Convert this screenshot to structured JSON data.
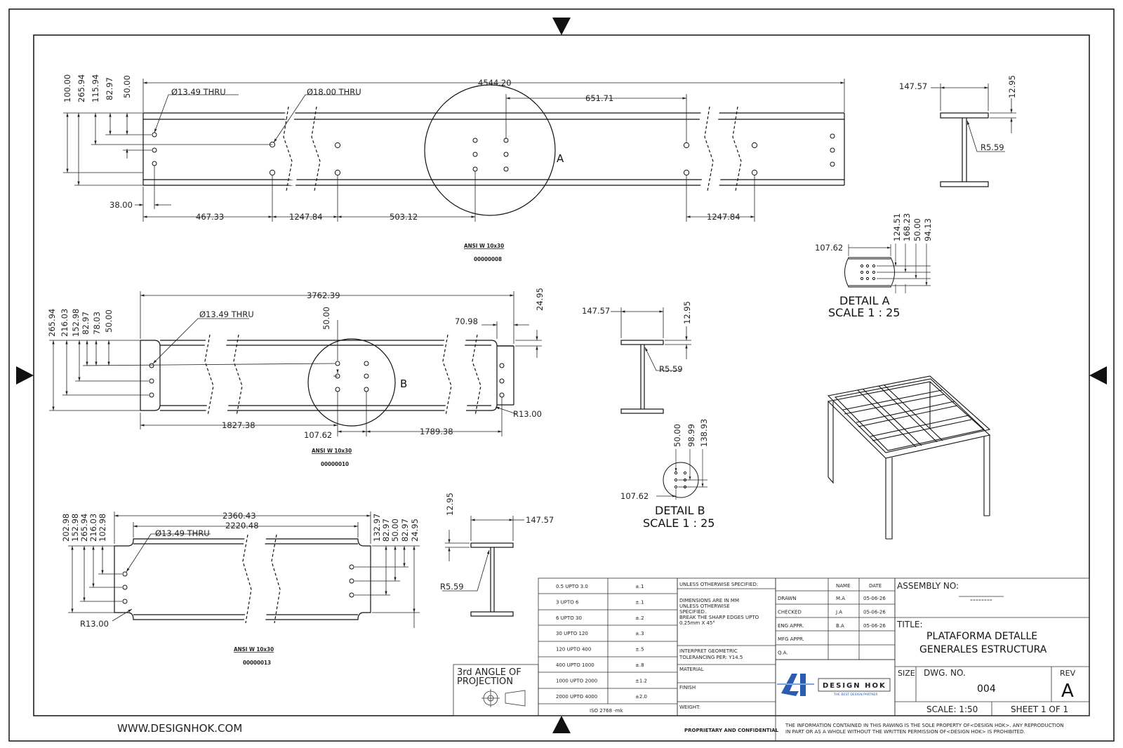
{
  "colors": {
    "line": "#111111",
    "dim": "#222222",
    "brand": "#2a5db0"
  },
  "footer": {
    "website": "WWW.DESIGNHOK.COM",
    "proprietary": "PROPRIETARY AND CONFIDENTIAL",
    "notice": [
      "THE INFORMATION CONTAINED IN THIS RAWING IS THE SOLE PROPERTY OF<DESIGN HOK>.  ANY REPRODUCTION",
      "IN PART OR AS A WHOLE WITHOUT THE WRITTEN PERMISSION OF<DESIGN HOK> IS PROHIBITED."
    ]
  },
  "views": {
    "beam1": {
      "name": "ANSI W 10x30",
      "part": "00000008",
      "callout": "A",
      "dims": {
        "length": "4544.20",
        "d651": "651.71",
        "d467": "467.33",
        "d1247a": "1247.84",
        "d503": "503.12",
        "d1247b": "1247.84",
        "d38": "38.00",
        "v100": "100.00",
        "v265": "265.94",
        "v115": "115.94",
        "v82": "82.97",
        "v50": "50.00"
      },
      "holes": [
        "Ø13.49 THRU",
        "Ø18.00 THRU"
      ]
    },
    "beam2": {
      "name": "ANSI W 10x30",
      "part": "00000010",
      "callout": "B",
      "dims": {
        "length": "3762.39",
        "d7098": "70.98",
        "d2495": "24.95",
        "d1827": "1827.38",
        "d107": "107.62",
        "d1789": "1789.38",
        "r13": "R13.00",
        "top50": "50.00",
        "v265": "265.94",
        "v216": "216.03",
        "v152": "152.98",
        "v82": "82.97",
        "v78": "78.03",
        "v50": "50.00"
      },
      "holes": [
        "Ø13.49 THRU"
      ]
    },
    "beam3": {
      "name": "ANSI W 10x30",
      "part": "00000013",
      "dims": {
        "length1": "2360.43",
        "length2": "2220.48",
        "r13": "R13.00",
        "l202": "202.98",
        "l152": "152.98",
        "l265": "265.94",
        "l216": "216.03",
        "l102": "102.98",
        "r132": "132.97",
        "r82a": "82.97",
        "r50": "50.00",
        "r82b": "82.97",
        "r24": "24.95"
      },
      "holes": [
        "Ø13.49 THRU"
      ]
    },
    "section1": {
      "w": "147.57",
      "t": "12.95",
      "r": "R5.59"
    },
    "section2": {
      "w": "147.57",
      "t": "12.95",
      "r": "R5.59"
    },
    "section3": {
      "w": "147.57",
      "t": "12.95",
      "r": "R5.59"
    },
    "detailA": {
      "title": "DETAIL A",
      "scale": "SCALE 1 : 25",
      "dims": {
        "h": "107.62",
        "a": "124.51",
        "b": "168.23",
        "c": "50.00",
        "d": "94.13"
      }
    },
    "detailB": {
      "title": "DETAIL B",
      "scale": "SCALE 1 : 25",
      "dims": {
        "h": "107.62",
        "a": "50.00",
        "b": "98.99",
        "c": "138.93"
      }
    }
  },
  "tolerance": {
    "rows": [
      [
        "0.5 UPTO 3.0",
        "±.1"
      ],
      [
        "3 UPTO 6",
        "±.1"
      ],
      [
        "6 UPTO 30",
        "±.2"
      ],
      [
        "30 UPTO 120",
        "±.3"
      ],
      [
        "120 UPTO 400",
        "±.5"
      ],
      [
        "400 UPTO 1000",
        "±.8"
      ],
      [
        "1000 UPTO 2000",
        "±1.2"
      ],
      [
        "2000 UPTO 4000",
        "±2.0"
      ]
    ],
    "standard": "ISO 2768 -mk"
  },
  "notes": {
    "unless": "UNLESS OTHERWISE SPECIFIED:",
    "lines": [
      "DIMENSIONS ARE IN MM",
      "UNLESS OTHERWISE",
      "SPECIFIED.",
      "BREAK THE SHARP EDGES UPTO",
      "0.25mm X 45°"
    ],
    "interpret": [
      "INTERPRET GEOMETRIC",
      "TOLERANCING PER: Y14.5"
    ],
    "material": "MATERIAL",
    "finish": "FINISH",
    "weight": "WEIGHT:"
  },
  "projection": {
    "line1": "3rd ANGLE OF",
    "line2": "PROJECTION"
  },
  "signoff": {
    "headers": [
      "NAME",
      "DATE"
    ],
    "rows": [
      [
        "DRAWN",
        "M.A",
        "05-06-26"
      ],
      [
        "CHECKED",
        "J.A",
        "05-06-26"
      ],
      [
        "ENG APPR.",
        "B.A",
        "05-06-26"
      ],
      [
        "MFG APPR.",
        "",
        ""
      ],
      [
        "Q.A.",
        "",
        ""
      ]
    ]
  },
  "logo": {
    "name": "DESIGN HOK",
    "tagline": "THE BEST DESIGN PARTNER"
  },
  "title_block": {
    "assembly_label": "ASSEMBLY NO:",
    "assembly_value": "--------",
    "title_label": "TITLE:",
    "title_line1": "PLATAFORMA DETALLE",
    "title_line2": "GENERALES ESTRUCTURA",
    "size_label": "SIZE",
    "dwg_label": "DWG.  NO.",
    "dwg_value": "004",
    "rev_label": "REV",
    "rev_value": "A",
    "scale": "SCALE: 1:50",
    "sheet": "SHEET 1 OF 1"
  }
}
